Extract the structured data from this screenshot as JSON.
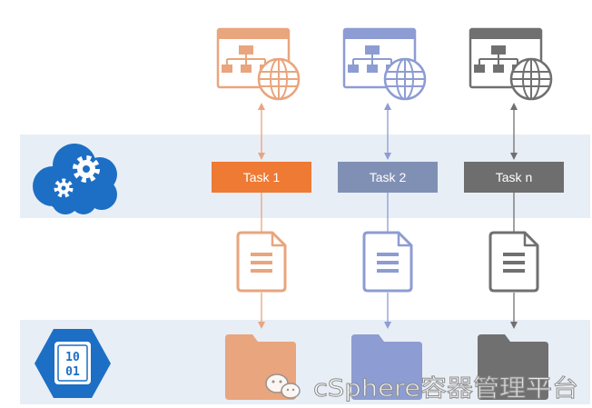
{
  "diagram": {
    "background": "#FFFFFF",
    "band_color": "#E8EEF6",
    "accent_blue": "#1C6FC4"
  },
  "compute": {
    "icon": "cloud-gears-icon"
  },
  "storage": {
    "icon": "binary-storage-icon",
    "line1": "10",
    "line2": "01"
  },
  "tasks": [
    {
      "label": "Task 1",
      "color": "#EE7A33",
      "icon_color": "#E9A57D",
      "app_icon": "web-app-icon",
      "output_icon": "document-icon",
      "store_icon": "folder-icon"
    },
    {
      "label": "Task 2",
      "color": "#8090B4",
      "icon_color": "#8D9CD3",
      "app_icon": "web-app-icon",
      "output_icon": "document-icon",
      "store_icon": "folder-icon"
    },
    {
      "label": "Task n",
      "color": "#6E6E6E",
      "icon_color": "#707070",
      "app_icon": "web-app-icon",
      "output_icon": "document-icon",
      "store_icon": "folder-icon"
    }
  ],
  "watermark": {
    "icon": "wechat-icon",
    "text": "cSphere容器管理平台"
  }
}
